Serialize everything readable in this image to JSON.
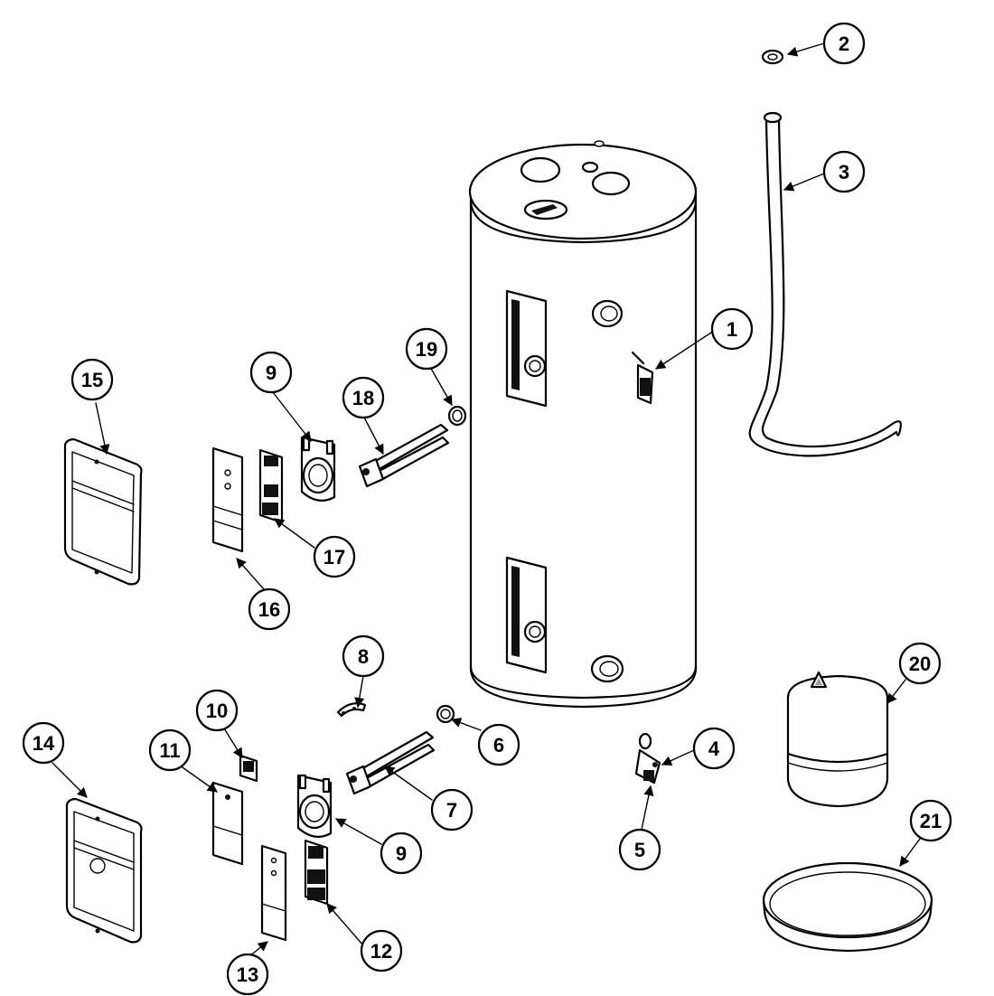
{
  "diagram": {
    "callouts": [
      "1",
      "2",
      "3",
      "4",
      "5",
      "6",
      "7",
      "8",
      "9",
      "9",
      "10",
      "11",
      "12",
      "13",
      "14",
      "15",
      "16",
      "17",
      "18",
      "19",
      "20",
      "21"
    ]
  },
  "colors": {
    "ink": "#000000",
    "paper": "#ffffff"
  },
  "decals": {
    "upper_label": "",
    "lower_label": ""
  }
}
